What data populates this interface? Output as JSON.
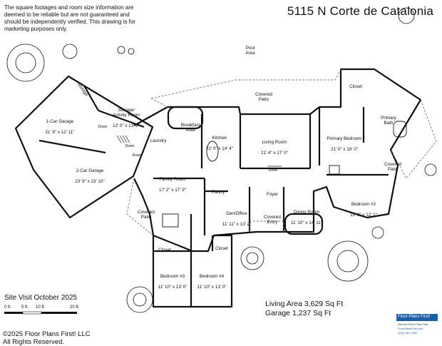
{
  "disclaimer": "The square footages and room size information are deemed to be reliable but are not guaranteed and should be independently verified. This drawing is for marketing purposes only.",
  "title": "5115 N Corte de Catalonia",
  "rooms": {
    "pool_area": {
      "name": "Pool\nArea",
      "dim": ""
    },
    "covered_patio_top": {
      "name": "Covered\nPatio",
      "dim": ""
    },
    "storage_small": {
      "name": "Storage",
      "dim": ""
    },
    "storage_activity": {
      "name": "Storage/\nActivity Room",
      "dim": "12' 0\" x 13' 9\""
    },
    "garage1": {
      "name": "1-Car Garage",
      "dim": "21' 8\" x 12' 11\""
    },
    "garage2": {
      "name": "2-Car Garage",
      "dim": "23' 9\" x 23' 10\""
    },
    "laundry": {
      "name": "Laundry",
      "dim": ""
    },
    "breakfast": {
      "name": "Breakfast\nArea",
      "dim": ""
    },
    "kitchen": {
      "name": "Kitchen",
      "dim": "22' 0\" x 14' 4\""
    },
    "living": {
      "name": "Living Room",
      "dim": "21' 4\" x 17' 0\""
    },
    "primary_bed": {
      "name": "Primary Bedroom",
      "dim": "21' 0\" x 18' 0\""
    },
    "primary_bath": {
      "name": "Primary\nBath",
      "dim": ""
    },
    "closet_primary": {
      "name": "Closet",
      "dim": ""
    },
    "covered_patio_right": {
      "name": "Covered\nPatio",
      "dim": ""
    },
    "family": {
      "name": "Family Room",
      "dim": "17' 2\" x 17' 9\""
    },
    "covered_patio_left": {
      "name": "Covered\nPatio",
      "dim": ""
    },
    "pantry": {
      "name": "Pantry",
      "dim": ""
    },
    "foyer": {
      "name": "Foyer",
      "dim": ""
    },
    "den": {
      "name": "Den/Office",
      "dim": "11' 11\" x 13' 2\""
    },
    "covered_entry": {
      "name": "Covered\nEntry",
      "dim": ""
    },
    "dining": {
      "name": "Dining Room",
      "dim": "11' 10\" x 14' 11\""
    },
    "bedroom2": {
      "name": "Bedroom #2",
      "dim": "15' 9\" x 12' 1\""
    },
    "bedroom3": {
      "name": "Bedroom #3",
      "dim": "11' 10\" x 13' 0\""
    },
    "bedroom4": {
      "name": "Bedroom #4",
      "dim": "11' 10\" x 13' 0\""
    },
    "closet3": {
      "name": "Closet",
      "dim": ""
    },
    "closet4": {
      "name": "Closet",
      "dim": ""
    }
  },
  "labels": {
    "down1": "Down",
    "down2": "Down",
    "down3": "Down",
    "down4": "Down"
  },
  "site_visit": "Site Visit October 2025",
  "living_area": "Living Area 3,629 Sq Ft",
  "garage_area": "Garage 1,237 Sq Ft",
  "copyright": "©2025 Floor Plans First! LLC\nAll Rights Reserved.",
  "scale": {
    "l0": "0 ft.",
    "l5": "5 ft.",
    "l10": "10 ft.",
    "l20": "20 ft."
  },
  "logo": {
    "brand": "Floor Plans First!",
    "tagline": "See the Floor Plan First",
    "web": "FloorPlansFirst.com",
    "phone": "(520) 881-1500"
  },
  "colors": {
    "wall": "#111111",
    "patio": "#777777",
    "logo_blue": "#1b5fa8"
  }
}
